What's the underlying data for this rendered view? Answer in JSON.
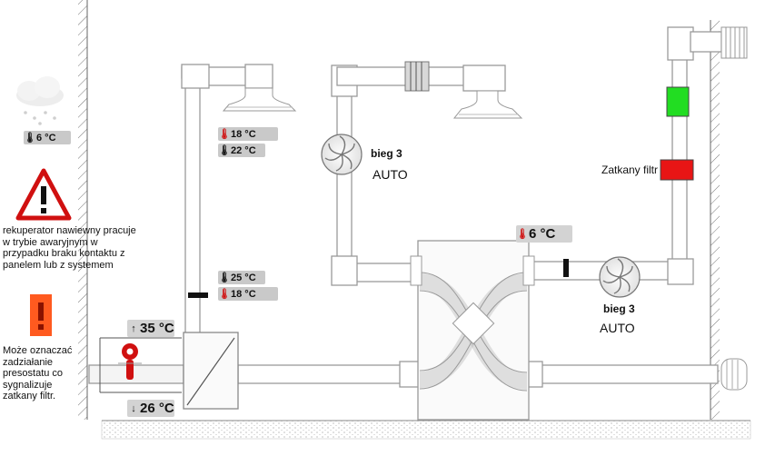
{
  "weather": {
    "icon": "cloud-snow-icon",
    "temp": "6 °C"
  },
  "warning": {
    "icon": "warning-triangle-icon",
    "text": "rekuperator nawiewny pracuje w trybie awaryjnym w przypadku braku kontaktu z panelem lub z systemem"
  },
  "pressostat": {
    "icon": "exclamation-icon",
    "text": "Może oznaczać zadziałanie presostatu co sygnalizuje zatkany filtr."
  },
  "sensors": {
    "supply_air_1": "18 °C",
    "supply_air_2": "22 °C",
    "exhaust_1": "25 °C",
    "exhaust_2": "18 °C",
    "intake": "6 °C",
    "heater_out": "35 °C",
    "heater_in": "26 °C"
  },
  "fan_top": {
    "gear": "bieg 3",
    "mode": "AUTO"
  },
  "fan_right": {
    "gear": "bieg 3",
    "mode": "AUTO"
  },
  "filter": {
    "label": "Zatkany filtr"
  },
  "colors": {
    "status_ok": "#22dd22",
    "status_alarm": "#e81515",
    "warning": "#d01010",
    "alert_orange": "#ff5a1f"
  }
}
